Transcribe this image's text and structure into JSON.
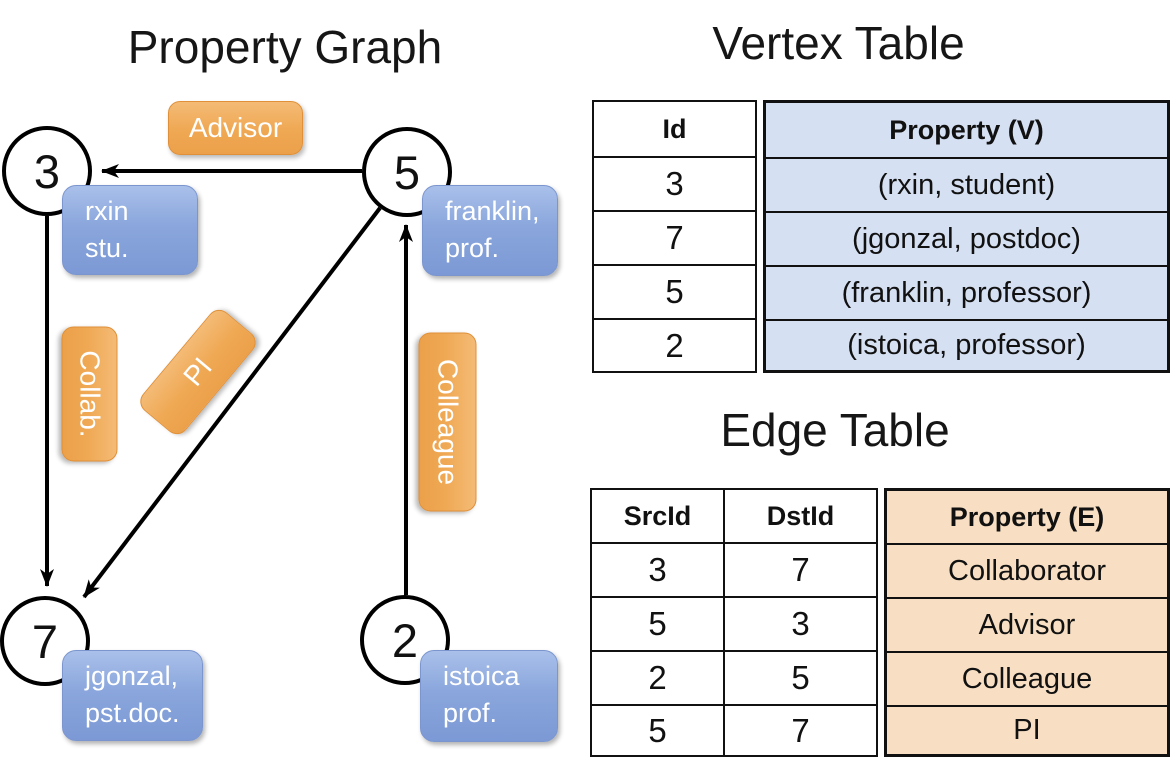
{
  "titles": {
    "graph": "Property Graph",
    "vertex": "Vertex Table",
    "edge": "Edge Table"
  },
  "colors": {
    "edge_label_orange": "#efa853",
    "vertex_label_blue": "#8aa6dc",
    "vertex_cell_bg": "#d5e0f2",
    "edge_cell_bg": "#f8dfc3",
    "line_black": "#000000"
  },
  "graph": {
    "nodes": [
      {
        "id": "3",
        "label_line1": "rxin",
        "label_line2": "stu."
      },
      {
        "id": "5",
        "label_line1": "franklin,",
        "label_line2": "prof."
      },
      {
        "id": "7",
        "label_line1": "jgonzal,",
        "label_line2": "pst.doc."
      },
      {
        "id": "2",
        "label_line1": "istoica",
        "label_line2": "prof."
      }
    ],
    "edge_labels": {
      "advisor": "Advisor",
      "collab": "Collab.",
      "pi": "PI",
      "colleague": "Colleague"
    }
  },
  "vertex_table": {
    "columns": {
      "id": "Id",
      "property": "Property (V)"
    },
    "rows": [
      {
        "id": "3",
        "property": "(rxin, student)"
      },
      {
        "id": "7",
        "property": "(jgonzal, postdoc)"
      },
      {
        "id": "5",
        "property": "(franklin, professor)"
      },
      {
        "id": "2",
        "property": "(istoica, professor)"
      }
    ]
  },
  "edge_table": {
    "columns": {
      "src": "SrcId",
      "dst": "DstId",
      "property": "Property (E)"
    },
    "rows": [
      {
        "src": "3",
        "dst": "7",
        "property": "Collaborator"
      },
      {
        "src": "5",
        "dst": "3",
        "property": "Advisor"
      },
      {
        "src": "2",
        "dst": "5",
        "property": "Colleague"
      },
      {
        "src": "5",
        "dst": "7",
        "property": "PI"
      }
    ]
  }
}
